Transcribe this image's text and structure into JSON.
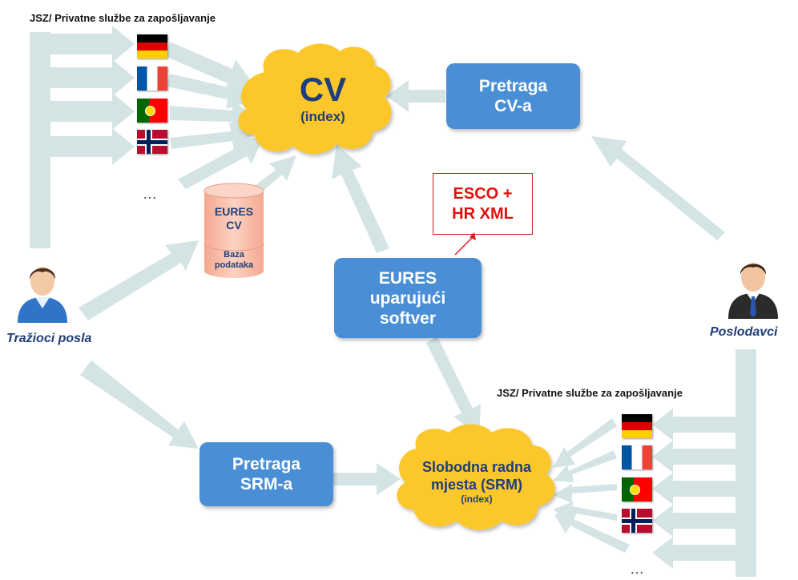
{
  "top_label": "JSZ/ Privatne službe za zapošljavanje",
  "bottom_label": "JSZ/ Privatne službe za zapošljavanje",
  "cv_cloud": {
    "title": "CV",
    "subtitle": "(index)"
  },
  "srm_cloud": {
    "line1": "Slobodna radna",
    "line2": "mjesta (SRM)",
    "sub": "(index)"
  },
  "pretraga_cv": {
    "line1": "Pretraga",
    "line2": "CV-a"
  },
  "pretraga_srm": {
    "line1": "Pretraga",
    "line2": "SRM-a"
  },
  "eures_software": {
    "line1": "EURES",
    "line2": "uparujući",
    "line3": "softver"
  },
  "esco_box": {
    "line1": "ESCO +",
    "line2": "HR XML"
  },
  "database": {
    "line1": "EURES",
    "line2": "CV",
    "line3": "Baza",
    "line4": "podataka"
  },
  "job_seekers": "Tražioci posla",
  "employers": "Poslodavci",
  "ellipsis_top": "…",
  "ellipsis_bottom": "…",
  "colors": {
    "arrow": "#d4e4e4",
    "cloud": "#fbc72c",
    "box": "#4a8fd6",
    "esco_border": "#d02020",
    "esco_text": "#e01010",
    "person_label": "#1f3e7a"
  },
  "flags": [
    "germany-flag",
    "france-flag",
    "portugal-flag",
    "norway-flag"
  ]
}
